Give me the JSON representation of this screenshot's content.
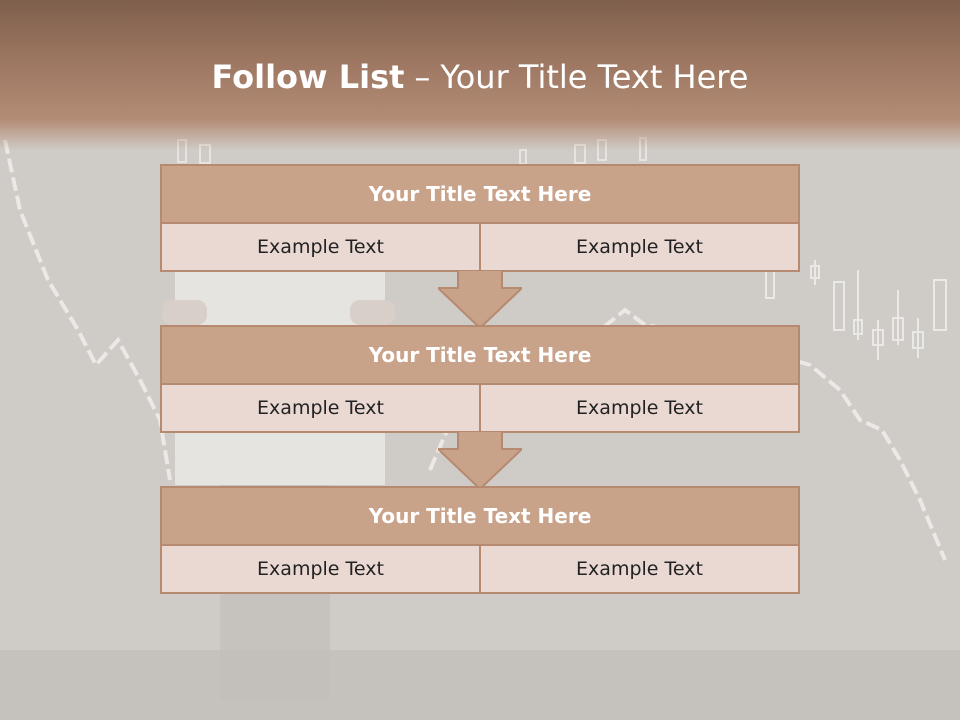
{
  "slide": {
    "title_bold": "Follow List",
    "title_dash": "–",
    "title_rest": "Your Title Text Here"
  },
  "steps": [
    {
      "title": "Your Title Text Here",
      "left": "Example Text",
      "right": "Example Text"
    },
    {
      "title": "Your Title Text Here",
      "left": "Example Text",
      "right": "Example Text"
    },
    {
      "title": "Your Title Text Here",
      "left": "Example Text",
      "right": "Example Text"
    }
  ],
  "colors": {
    "header": "#9c7661",
    "box_title": "#c9a28a",
    "box_cell": "#ead9d3",
    "border": "#b58a70",
    "arrow": "#c9a28a"
  }
}
